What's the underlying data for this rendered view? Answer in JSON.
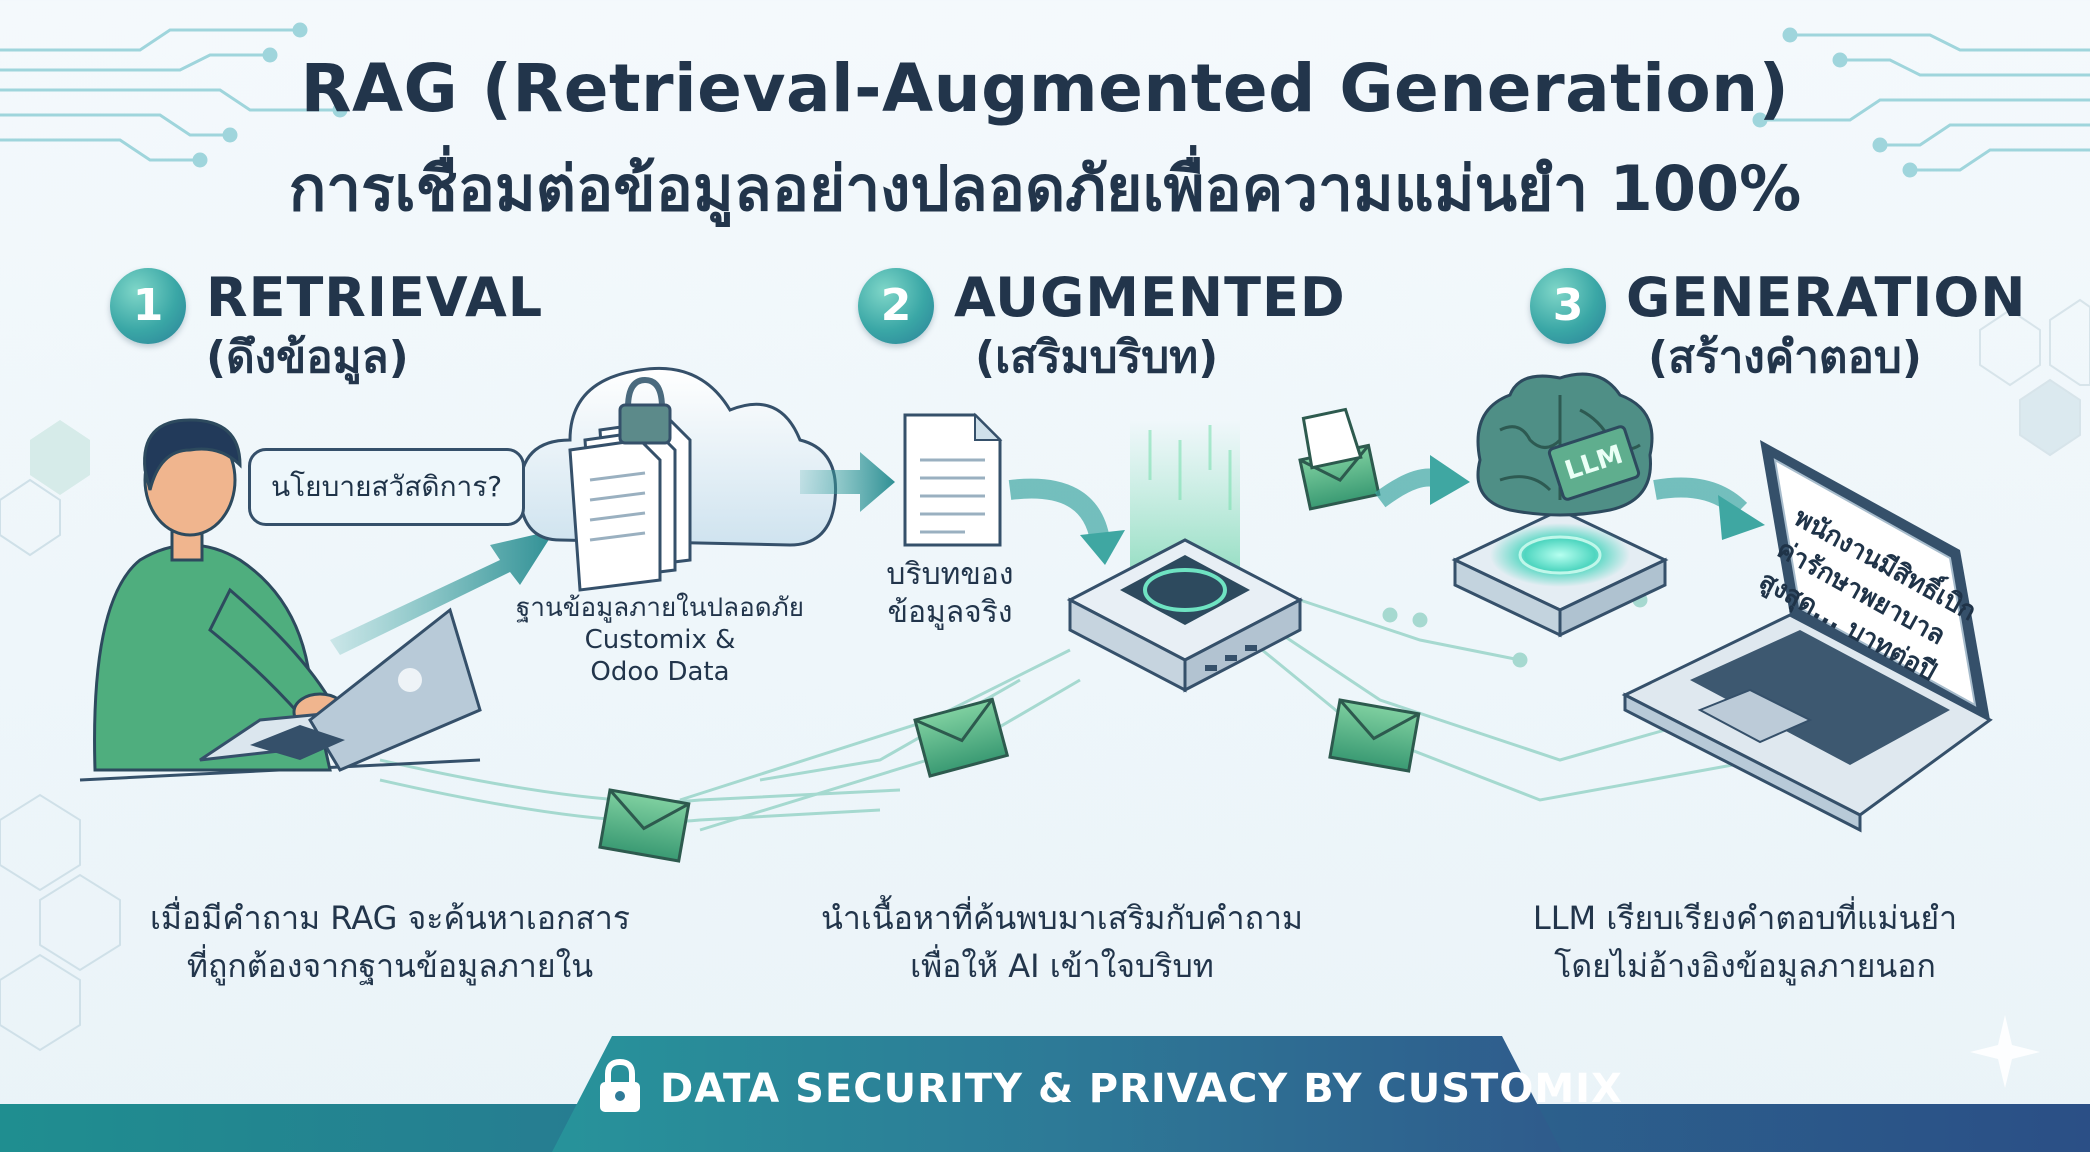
{
  "title_line1": "RAG (Retrieval-Augmented Generation)",
  "title_line2": "การเชื่อมต่อข้อมูลอย่างปลอดภัยเพื่อความแม่นยำ 100%",
  "steps": [
    {
      "number": "1",
      "title": "RETRIEVAL",
      "subtitle": "(ดึงข้อมูล)",
      "desc_line1": "เมื่อมีคำถาม RAG จะค้นหาเอกสาร",
      "desc_line2": "ที่ถูกต้องจากฐานข้อมูลภายใน"
    },
    {
      "number": "2",
      "title": "AUGMENTED",
      "subtitle": "(เสริมบริบท)",
      "desc_line1": "นำเนื้อหาที่ค้นพบมาเสริมกับคำถาม",
      "desc_line2": "เพื่อให้ AI เข้าใจบริบท"
    },
    {
      "number": "3",
      "title": "GENERATION",
      "subtitle": "(สร้างคำตอบ)",
      "desc_line1": "LLM เรียบเรียงคำตอบที่แม่นยำ",
      "desc_line2": "โดยไม่อ้างอิงข้อมูลภายนอก"
    }
  ],
  "speech_bubble": "นโยบายสวัสดิการ?",
  "cloud_label": {
    "line1": "ฐานข้อมูลภายในปลอดภัย",
    "line2": "Customix &",
    "line3": "Odoo Data"
  },
  "context_label": {
    "line1": "บริบทของ",
    "line2": "ข้อมูลจริง"
  },
  "llm_chip": "LLM",
  "laptop_answer": {
    "line1": "พนักงานมีสิทธิ์เบิก",
    "line2": "ค่ารักษาพยาบาล",
    "line3": "สูงสุด... บาทต่อปี"
  },
  "footer": "DATA SECURITY & PRIVACY BY CUSTOMIX",
  "colors": {
    "navy": "#22354b",
    "teal": "#3aa7a6",
    "green": "#4fae7e",
    "footer_blue": "#2f5b8c"
  }
}
